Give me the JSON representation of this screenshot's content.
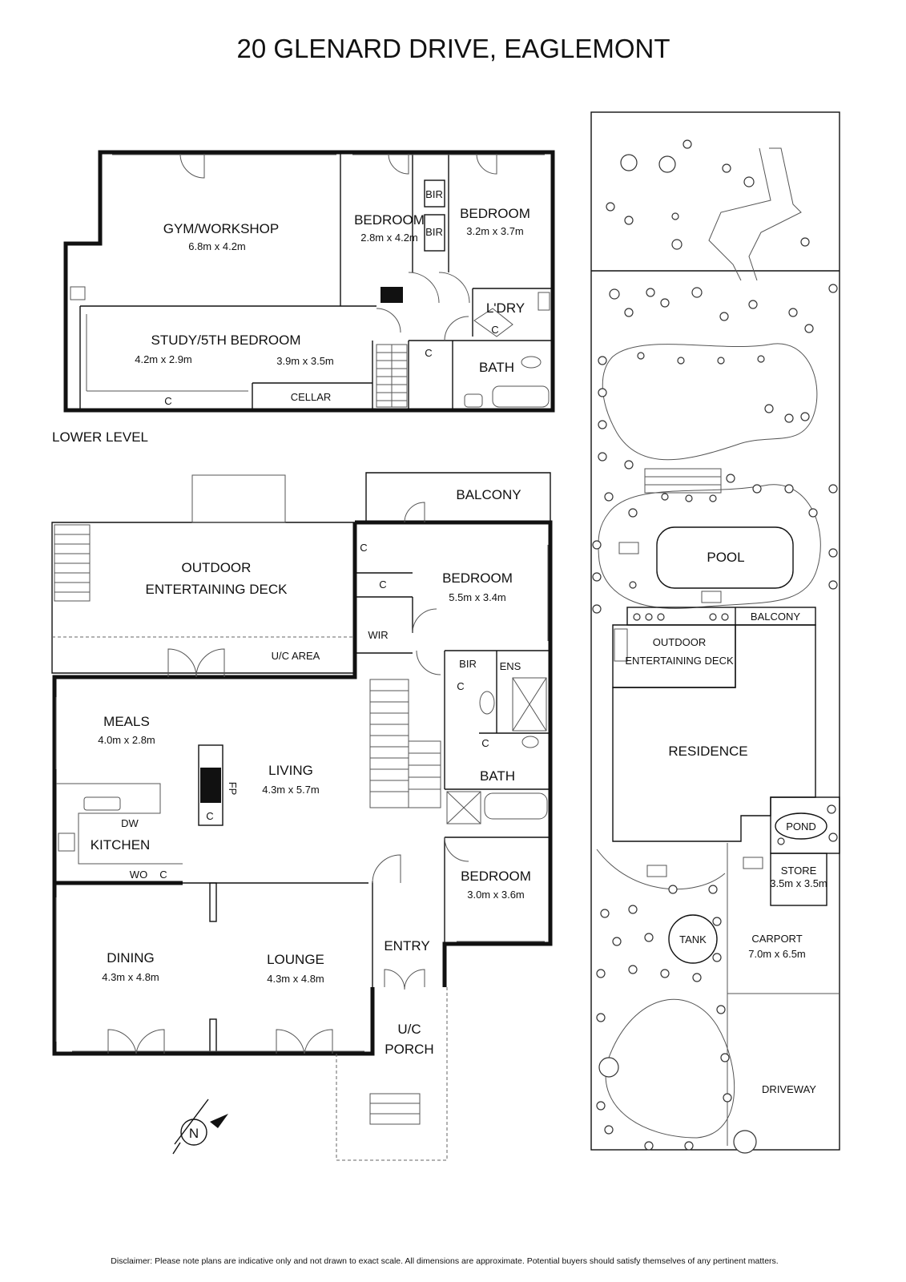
{
  "title": "20 GLENARD DRIVE, EAGLEMONT",
  "lower_level": {
    "heading": "LOWER LEVEL",
    "rooms": {
      "gym": {
        "name": "GYM/WORKSHOP",
        "dim": "6.8m x 4.2m"
      },
      "bedroom_a": {
        "name": "BEDROOM",
        "dim": "2.8m x 4.2m"
      },
      "bedroom_b": {
        "name": "BEDROOM",
        "dim": "3.2m x 3.7m"
      },
      "study": {
        "name": "STUDY/5TH BEDROOM",
        "dim_left": "4.2m x 2.9m",
        "dim_right": "3.9m x 3.5m"
      },
      "laundry": {
        "name": "L'DRY"
      },
      "bath": {
        "name": "BATH"
      },
      "cellar": {
        "name": "CELLAR"
      }
    },
    "fixtures": {
      "bir": "BIR",
      "cupboard": "C"
    }
  },
  "ground_level": {
    "rooms": {
      "balcony": {
        "name": "BALCONY"
      },
      "deck": {
        "name_line1": "OUTDOOR",
        "name_line2": "ENTERTAINING DECK"
      },
      "uc_area": {
        "name": "U/C AREA"
      },
      "bedroom_main": {
        "name": "BEDROOM",
        "dim": "5.5m x 3.4m"
      },
      "wir": {
        "name": "WIR"
      },
      "bir": {
        "name": "BIR"
      },
      "ens": {
        "name": "ENS"
      },
      "meals": {
        "name": "MEALS",
        "dim": "4.0m x 2.8m"
      },
      "living": {
        "name": "LIVING",
        "dim": "4.3m x 5.7m"
      },
      "kitchen": {
        "name": "KITCHEN"
      },
      "bath": {
        "name": "BATH"
      },
      "bedroom_small": {
        "name": "BEDROOM",
        "dim": "3.0m x 3.6m"
      },
      "entry": {
        "name": "ENTRY"
      },
      "dining": {
        "name": "DINING",
        "dim": "4.3m x 4.8m"
      },
      "lounge": {
        "name": "LOUNGE",
        "dim": "4.3m x 4.8m"
      },
      "porch": {
        "name_line1": "U/C",
        "name_line2": "PORCH"
      }
    },
    "fixtures": {
      "cupboard": "C",
      "fireplace": "FP",
      "dishwasher": "DW",
      "wall_oven": "WO"
    }
  },
  "site": {
    "pool": "POOL",
    "balcony": "BALCONY",
    "deck_line1": "OUTDOOR",
    "deck_line2": "ENTERTAINING DECK",
    "residence": "RESIDENCE",
    "pond": "POND",
    "store": {
      "name": "STORE",
      "dim": "3.5m x 3.5m"
    },
    "tank": "TANK",
    "carport": {
      "name": "CARPORT",
      "dim": "7.0m x 6.5m"
    },
    "driveway": "DRIVEWAY"
  },
  "compass": "N",
  "disclaimer": "Disclaimer: Please note plans are indicative only and not drawn to exact scale. All dimensions are approximate. Potential buyers should satisfy themselves of any pertinent matters."
}
